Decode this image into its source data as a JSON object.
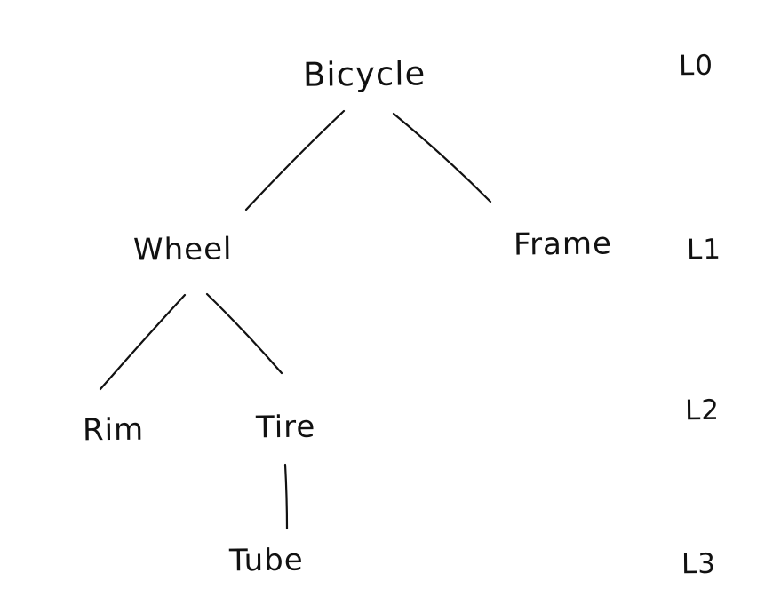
{
  "diagram": {
    "type": "tree",
    "style": "hand-drawn",
    "background_color": "#ffffff",
    "stroke_color": "#111111",
    "text_color": "#111111",
    "nodes": {
      "bicycle": {
        "label": "Bicycle",
        "level": "L0"
      },
      "wheel": {
        "label": "Wheel",
        "level": "L1"
      },
      "frame": {
        "label": "Frame",
        "level": "L1"
      },
      "rim": {
        "label": "Rim",
        "level": "L2"
      },
      "tire": {
        "label": "Tire",
        "level": "L2"
      },
      "tube": {
        "label": "Tube",
        "level": "L3"
      }
    },
    "edges": [
      {
        "from": "Bicycle",
        "to": "Wheel"
      },
      {
        "from": "Bicycle",
        "to": "Frame"
      },
      {
        "from": "Wheel",
        "to": "Rim"
      },
      {
        "from": "Wheel",
        "to": "Tire"
      },
      {
        "from": "Tire",
        "to": "Tube"
      }
    ],
    "level_labels": {
      "l0": "L0",
      "l1": "L1",
      "l2": "L2",
      "l3": "L3"
    }
  }
}
